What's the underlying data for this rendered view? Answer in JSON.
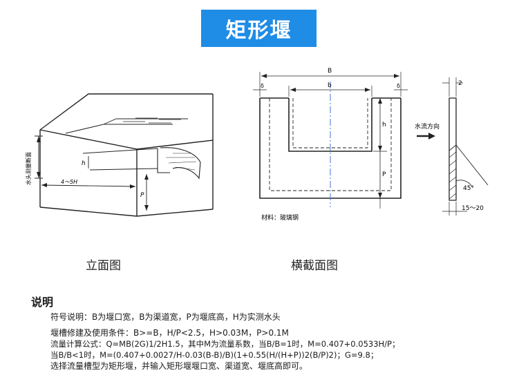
{
  "title": "矩形堰",
  "elevation_view": {
    "caption": "立面图",
    "label_water_head": "水头测量断面",
    "label_distance": "4～5H",
    "label_h": "h",
    "label_p": "P"
  },
  "cross_section_view": {
    "caption": "横截面图",
    "label_B": "B",
    "label_b": "b",
    "label_delta_left": "δ",
    "label_delta_right": "δ",
    "label_h": "h",
    "label_p": "P",
    "label_material": "材料：玻璃钢",
    "label_flow_direction": "水流方向",
    "label_thickness": "2",
    "label_angle": "45°",
    "label_range": "15～20"
  },
  "description": {
    "heading": "说明",
    "lines": [
      "符号说明：B为堰口宽，B为渠道宽，P为堰底高，H为实测水头",
      "堰槽修建及使用条件：B>=B，H/P<2.5，H>0.03M，P>0.1M",
      "流量计算公式：Q=MB(2G)1/2H1.5，其中M为流量系数，当B/B=1时，M=0.407+0.0533H/P；",
      "当B/B<1时，M=(0.407+0.0027/H-0.03(B-B)/B)(1+0.55(H/(H+P))2(B/P)2)；G=9.8；",
      "选择流量槽型为矩形堰，并输入矩形堰堰口宽、渠道宽、堰底高即可。"
    ]
  },
  "colors": {
    "banner": "#1f8ce6",
    "centerline": "#4a6fd8"
  }
}
